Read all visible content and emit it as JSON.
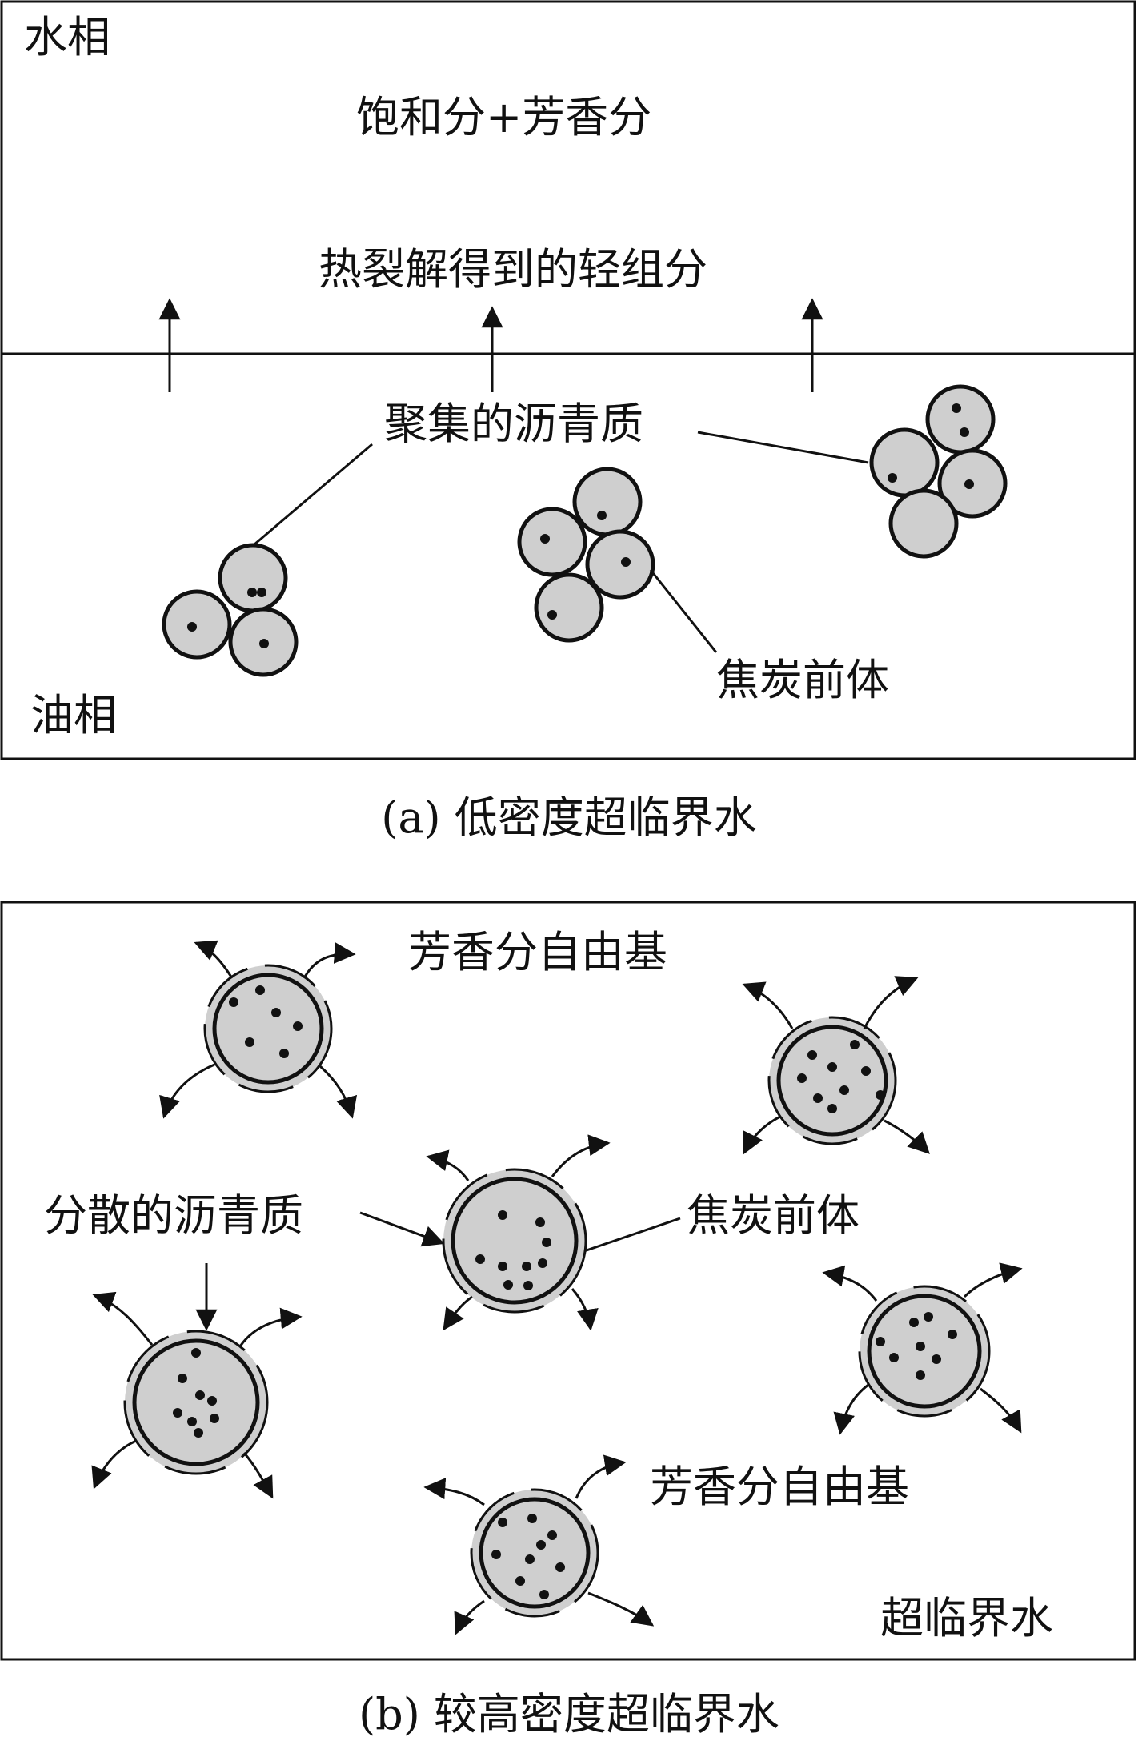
{
  "panel_a": {
    "water_phase": "水相",
    "saturates_aromatics": "饱和分+芳香分",
    "light_components": "热裂解得到的轻组分",
    "aggregated_asphaltene": "聚集的沥青质",
    "coke_precursor": "焦炭前体",
    "oil_phase": "油相",
    "caption": "(a) 低密度超临界水"
  },
  "panel_b": {
    "aromatic_radicals_top": "芳香分自由基",
    "dispersed_asphaltene": "分散的沥青质",
    "coke_precursor": "焦炭前体",
    "aromatic_radicals_bottom": "芳香分自由基",
    "supercritical_water": "超临界水",
    "caption": "(b) 较高密度超临界水"
  },
  "colors": {
    "particle_fill": "#cfcfcf",
    "stroke": "#111111",
    "background": "#ffffff"
  }
}
